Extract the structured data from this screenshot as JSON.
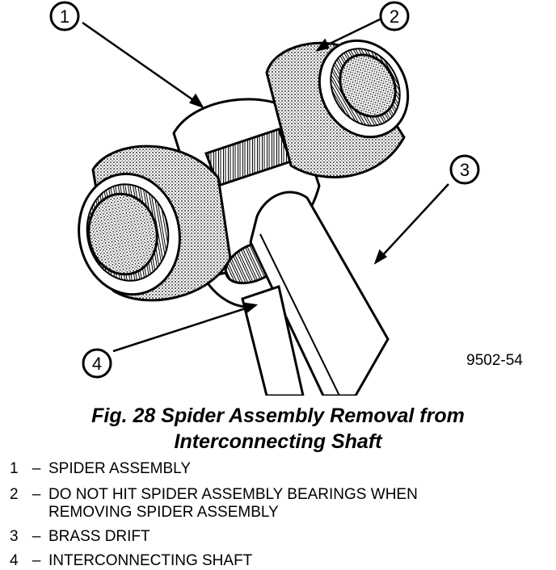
{
  "figure": {
    "callouts": [
      "1",
      "2",
      "3",
      "4"
    ],
    "part_number": "9502-54"
  },
  "caption": {
    "line1": "Fig. 28 Spider Assembly Removal from",
    "line2": "Interconnecting Shaft"
  },
  "legend": [
    {
      "num": "1",
      "text": "SPIDER ASSEMBLY"
    },
    {
      "num": "2",
      "text": "DO NOT HIT SPIDER ASSEMBLY BEARINGS WHEN",
      "text2": "REMOVING SPIDER ASSEMBLY"
    },
    {
      "num": "3",
      "text": "BRASS DRIFT"
    },
    {
      "num": "4",
      "text": "INTERCONNECTING SHAFT"
    }
  ],
  "legend_dash": "–"
}
